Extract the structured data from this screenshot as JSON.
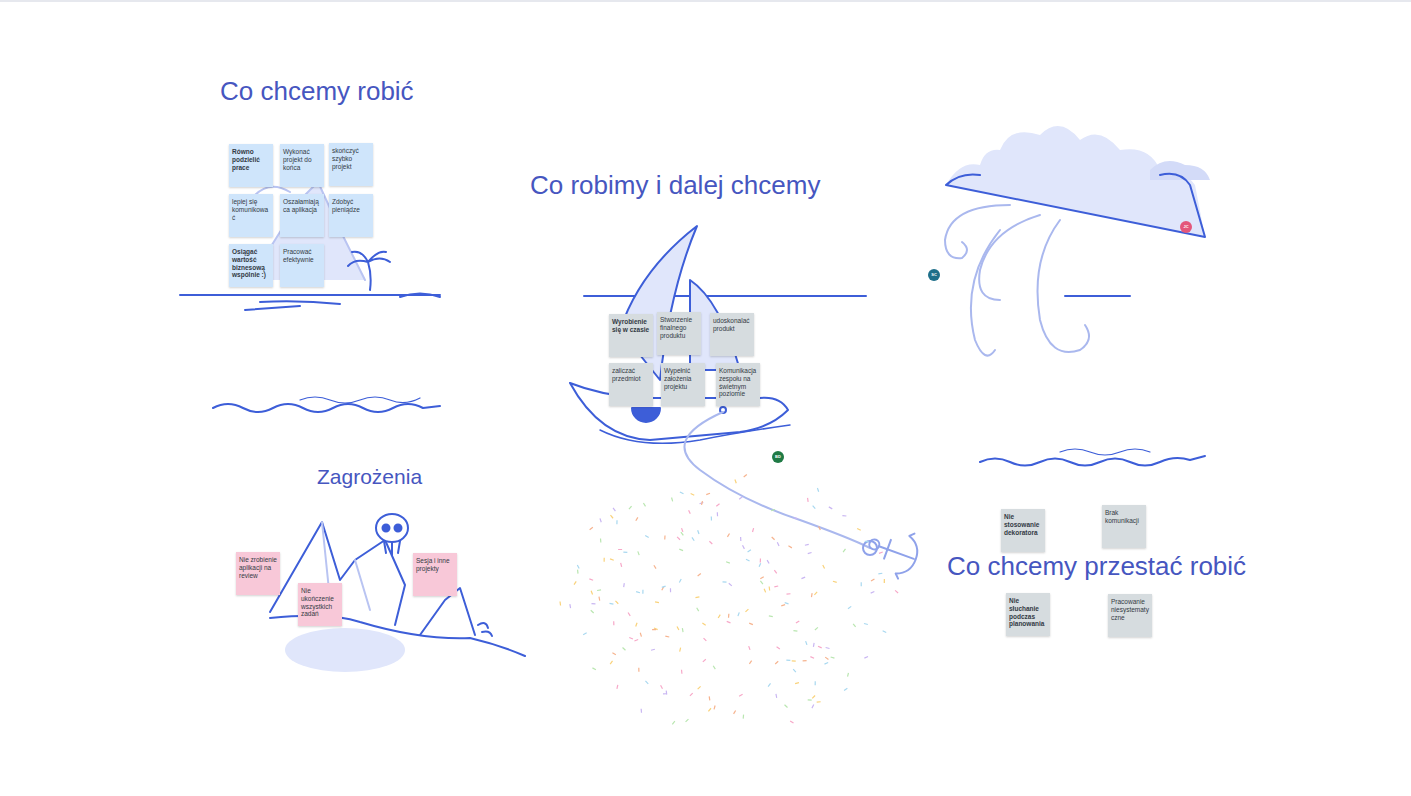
{
  "diagram": {
    "nodes": [
      {
        "text": [
          "Równo podzielić prace"
        ]
      },
      {
        "text": [
          "Wykonać projekt do końca"
        ]
      },
      {
        "text": [
          "skończyć szybko projekt"
        ]
      },
      {
        "text": [
          "lepiej się komunikować"
        ]
      },
      {
        "text": [
          "Oszałamiająca aplikacja"
        ]
      },
      {
        "text": [
          "Zdobyć pieniądze"
        ]
      },
      {
        "text": [
          "Osiągać wartość biznesową wspólnie :)"
        ]
      },
      {
        "text": [
          "Pracować efektywnie"
        ]
      },
      {
        "text": [
          "Wyrobienie się w czasie"
        ]
      },
      {
        "text": [
          "Stworzenie finalnego produktu"
        ]
      },
      {
        "text": [
          "udoskonalać produkt"
        ]
      },
      {
        "text": [
          "zaliczać przedmiot"
        ]
      },
      {
        "text": [
          "Wypełnić założenia projektu"
        ]
      },
      {
        "text": [
          "Komunikacja zespołu na świetnym poziomie"
        ]
      },
      {
        "text": [
          "Nie zrobienie aplikacji na review"
        ]
      },
      {
        "text": [
          "Nie ukończenie wszystkich zadań"
        ]
      },
      {
        "text": [
          "Sesja i inne projekty"
        ]
      },
      {
        "text": [
          "Nie stosowanie dekoratora"
        ]
      },
      {
        "text": [
          "Brak komunikacji"
        ]
      },
      {
        "text": [
          "Nie słuchanie podczas planowania"
        ]
      },
      {
        "text": [
          "Pracowanie niesystematyczne"
        ]
      }
    ],
    "labels": [
      "Co chcemy robić",
      "Co robimy i dalej chcemy",
      "Zagrożenia",
      "Co chcemy przestać robić",
      "JC",
      "SC",
      "BD"
    ]
  }
}
